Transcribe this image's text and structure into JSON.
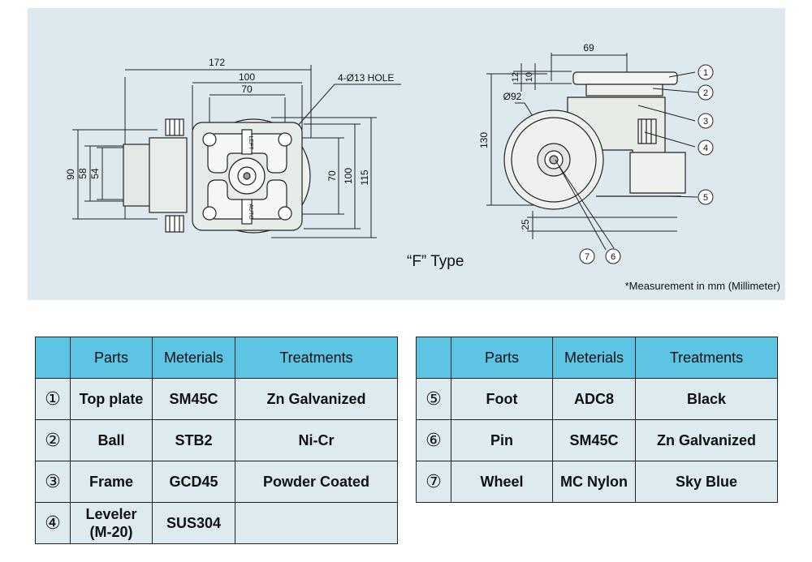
{
  "drawing": {
    "type_label": "“F” Type",
    "note": "*Measurement in mm (Millimeter)",
    "top_view": {
      "dim_172": "172",
      "dim_100": "100",
      "dim_70": "70",
      "hole_label": "4-Ø13 HOLE",
      "dim_90": "90",
      "dim_58": "58",
      "dim_54": "54",
      "dim_70_v": "70",
      "dim_100_v": "100",
      "dim_115": "115",
      "plate_text_top": "LEFT",
      "plate_text_bottom": "AUTO"
    },
    "side_view": {
      "dim_69": "69",
      "dim_12": "12",
      "dim_10": "10",
      "dim_92": "Ø92",
      "dim_130": "130",
      "dim_25": "25",
      "callouts": [
        "①",
        "②",
        "③",
        "④",
        "⑤",
        "⑦",
        "⑥"
      ]
    }
  },
  "table_left": {
    "headers": [
      "",
      "Parts",
      "Meterials",
      "Treatments"
    ],
    "rows": [
      {
        "num": "①",
        "part": "Top plate",
        "material": "SM45C",
        "treatment": "Zn Galvanized"
      },
      {
        "num": "②",
        "part": "Ball",
        "material": "STB2",
        "treatment": "Ni-Cr"
      },
      {
        "num": "③",
        "part": "Frame",
        "material": "GCD45",
        "treatment": "Powder Coated"
      },
      {
        "num": "④",
        "part": "Leveler\n(M-20)",
        "material": "SUS304",
        "treatment": ""
      }
    ]
  },
  "table_right": {
    "headers": [
      "",
      "Parts",
      "Meterials",
      "Treatments"
    ],
    "rows": [
      {
        "num": "⑤",
        "part": "Foot",
        "material": "ADC8",
        "treatment": "Black"
      },
      {
        "num": "⑥",
        "part": "Pin",
        "material": "SM45C",
        "treatment": "Zn Galvanized"
      },
      {
        "num": "⑦",
        "part": "Wheel",
        "material": "MC Nylon",
        "treatment": "Sky Blue"
      }
    ]
  }
}
